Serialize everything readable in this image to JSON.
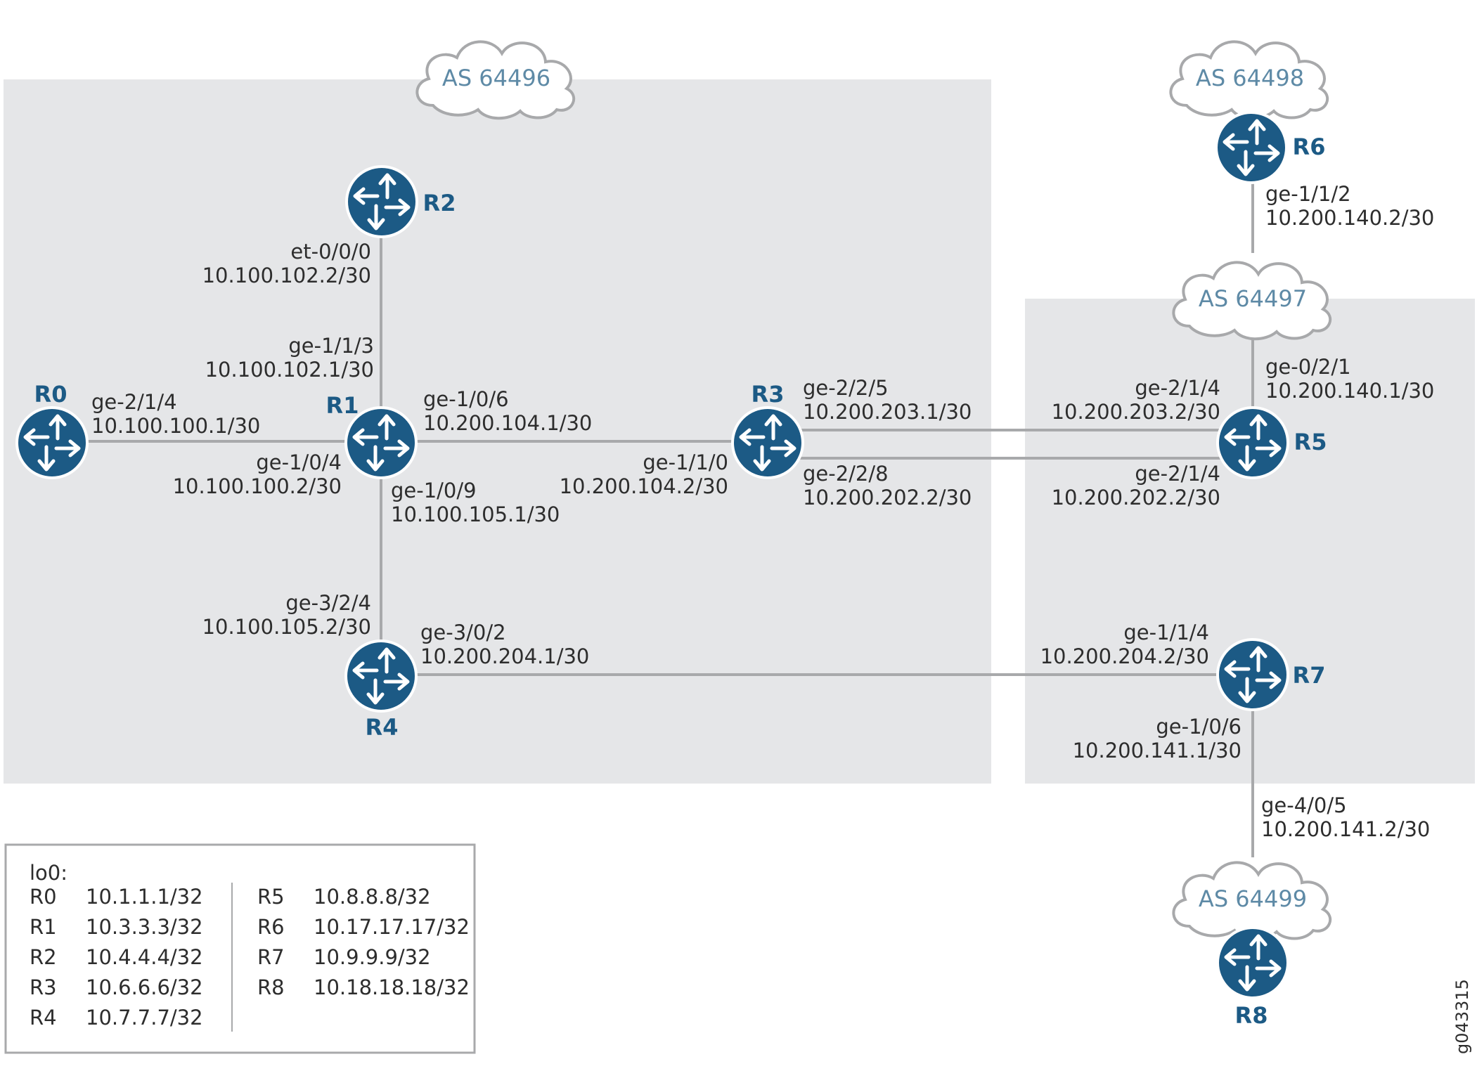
{
  "routers": [
    {
      "id": "R0",
      "label": "R0"
    },
    {
      "id": "R1",
      "label": "R1"
    },
    {
      "id": "R2",
      "label": "R2"
    },
    {
      "id": "R3",
      "label": "R3"
    },
    {
      "id": "R4",
      "label": "R4"
    },
    {
      "id": "R5",
      "label": "R5"
    },
    {
      "id": "R6",
      "label": "R6"
    },
    {
      "id": "R7",
      "label": "R7"
    },
    {
      "id": "R8",
      "label": "R8"
    }
  ],
  "as_clouds": [
    {
      "id": "as64496",
      "label": "AS 64496"
    },
    {
      "id": "as64498",
      "label": "AS 64498"
    },
    {
      "id": "as64497",
      "label": "AS 64497"
    },
    {
      "id": "as64499",
      "label": "AS 64499"
    }
  ],
  "interfaces": [
    {
      "name": "et-0/0/0",
      "ip": "10.100.102.2/30"
    },
    {
      "name": "ge-1/1/3",
      "ip": "10.100.102.1/30"
    },
    {
      "name": "ge-2/1/4",
      "ip": "10.100.100.1/30"
    },
    {
      "name": "ge-1/0/4",
      "ip": "10.100.100.2/30"
    },
    {
      "name": "ge-1/0/6",
      "ip": "10.200.104.1/30"
    },
    {
      "name": "ge-1/0/9",
      "ip": "10.100.105.1/30"
    },
    {
      "name": "ge-1/1/0",
      "ip": "10.200.104.2/30"
    },
    {
      "name": "ge-2/2/5",
      "ip": "10.200.203.1/30"
    },
    {
      "name": "ge-2/2/8",
      "ip": "10.200.202.2/30"
    },
    {
      "name": "ge-2/1/4",
      "ip": "10.200.203.2/30"
    },
    {
      "name": "ge-2/1/4",
      "ip": "10.200.202.2/30"
    },
    {
      "name": "ge-0/2/1",
      "ip": "10.200.140.1/30"
    },
    {
      "name": "ge-1/1/2",
      "ip": "10.200.140.2/30"
    },
    {
      "name": "ge-3/2/4",
      "ip": "10.100.105.2/30"
    },
    {
      "name": "ge-3/0/2",
      "ip": "10.200.204.1/30"
    },
    {
      "name": "ge-1/1/4",
      "ip": "10.200.204.2/30"
    },
    {
      "name": "ge-1/0/6",
      "ip": "10.200.141.1/30"
    },
    {
      "name": "ge-4/0/5",
      "ip": "10.200.141.2/30"
    }
  ],
  "legend": {
    "title": "lo0:",
    "entries": [
      {
        "router": "R0",
        "address": "10.1.1.1/32"
      },
      {
        "router": "R1",
        "address": "10.3.3.3/32"
      },
      {
        "router": "R2",
        "address": "10.4.4.4/32"
      },
      {
        "router": "R3",
        "address": "10.6.6.6/32"
      },
      {
        "router": "R4",
        "address": "10.7.7.7/32"
      },
      {
        "router": "R5",
        "address": "10.8.8.8/32"
      },
      {
        "router": "R6",
        "address": "10.17.17.17/32"
      },
      {
        "router": "R7",
        "address": "10.9.9.9/32"
      },
      {
        "router": "R8",
        "address": "10.18.18.18/32"
      }
    ]
  },
  "figure_id": "g043315",
  "colors": {
    "router": "#1c5a85",
    "region": "#e5e6e8",
    "link": "#a8a9ab",
    "as_label": "#5e8aa6"
  }
}
